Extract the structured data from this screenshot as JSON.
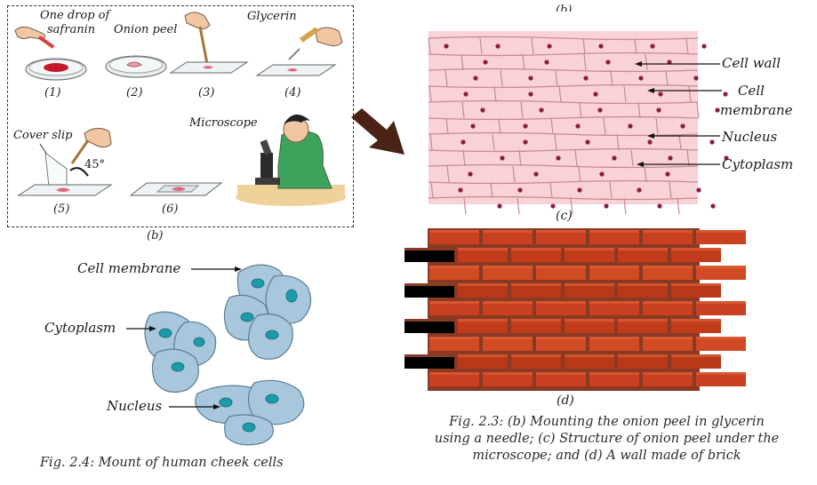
{
  "panel_b": {
    "step1_label": "One drop of safranin",
    "step1_line1": "One drop of",
    "step1_line2": "safranin",
    "step2_label": "Onion peel",
    "step4_label": "Glycerin",
    "step5_label": "Cover slip",
    "angle_label": "45°",
    "microscope_label": "Microscope",
    "step_numbers": [
      "(1)",
      "(2)",
      "(3)",
      "(4)",
      "(5)",
      "(6)"
    ],
    "caption": "(b)"
  },
  "panel_c": {
    "top_cut_label": "(b)",
    "labels": {
      "cell_wall": "Cell wall",
      "cell_membrane_line1": "Cell",
      "cell_membrane_line2": "membrane",
      "nucleus": "Nucleus",
      "cytoplasm": "Cytoplasm"
    },
    "caption": "(c)"
  },
  "panel_d": {
    "caption": "(d)"
  },
  "fig_2_3_caption": {
    "line1": "Fig. 2.3: (b) Mounting the onion peel in glycerin",
    "line2": "using a needle; (c) Structure of onion peel under the",
    "line3": "microscope; and (d) A wall made of  brick"
  },
  "fig_2_4": {
    "labels": {
      "cell_membrane": "Cell membrane",
      "cytoplasm": "Cytoplasm",
      "nucleus": "Nucleus"
    },
    "caption": "Fig. 2.4: Mount of human cheek cells"
  },
  "colors": {
    "onion_bg": "#f9d2d6",
    "onion_wall": "#c48a92",
    "onion_nucleus": "#8a1f3c",
    "brick": "#c8401f",
    "mortar": "#8a3a22",
    "cheek_cell": "#a8c6dc",
    "cheek_nucleus": "#1e9aa8",
    "arrow": "#4a2316"
  }
}
